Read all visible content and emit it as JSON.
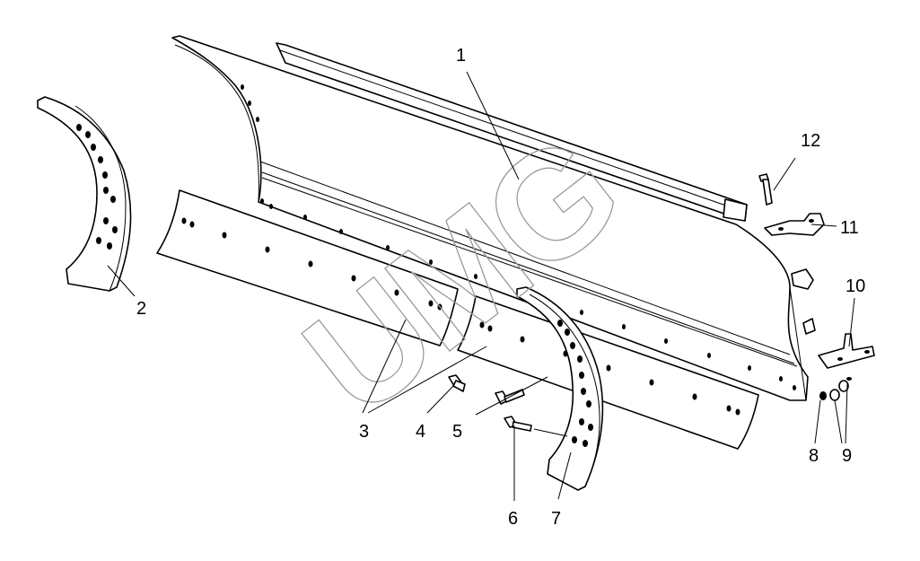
{
  "watermark": "UMG",
  "callouts": [
    {
      "id": "c1",
      "label": "1"
    },
    {
      "id": "c2",
      "label": "2"
    },
    {
      "id": "c3",
      "label": "3"
    },
    {
      "id": "c4",
      "label": "4"
    },
    {
      "id": "c5",
      "label": "5"
    },
    {
      "id": "c6",
      "label": "6"
    },
    {
      "id": "c7",
      "label": "7"
    },
    {
      "id": "c8",
      "label": "8"
    },
    {
      "id": "c9",
      "label": "9"
    },
    {
      "id": "c10",
      "label": "10"
    },
    {
      "id": "c11",
      "label": "11"
    },
    {
      "id": "c12",
      "label": "12"
    }
  ],
  "colors": {
    "line": "#000000",
    "background": "#ffffff",
    "watermark": "#9a9a9a"
  }
}
